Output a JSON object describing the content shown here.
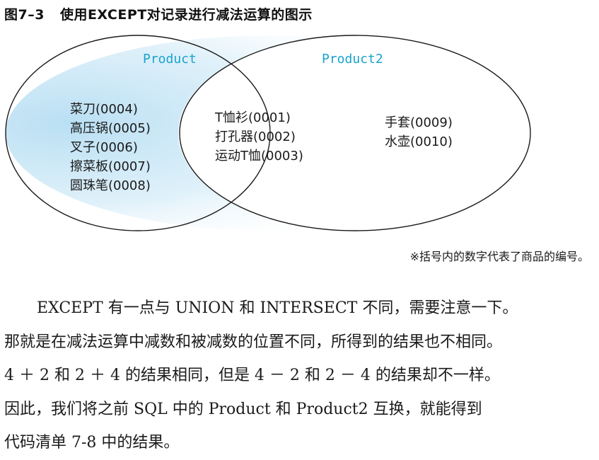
{
  "figure": {
    "number": "图7–3",
    "title": "使用EXCEPT对记录进行减法运算的图示"
  },
  "venn": {
    "left_set": {
      "label": "Product",
      "items": [
        "菜刀(0004)",
        "高压锅(0005)",
        "叉子(0006)",
        "擦菜板(0007)",
        "圆珠笔(0008)"
      ]
    },
    "intersection": {
      "items": [
        "T恤衫(0001)",
        "打孔器(0002)",
        "运动T恤(0003)"
      ]
    },
    "right_set": {
      "label": "Product2",
      "items": [
        "手套(0009)",
        "水壶(0010)"
      ]
    },
    "colors": {
      "highlight": "#cfe8f6",
      "label": "#1aa3cc",
      "outline": "#1a1a1a"
    }
  },
  "note": "※括号内的数字代表了商品的编号。",
  "paragraphs": [
    "EXCEPT 有一点与 UNION 和 INTERSECT 不同，需要注意一下。",
    "那就是在减法运算中减数和被减数的位置不同，所得到的结果也不相同。",
    "4 ＋ 2 和 2 ＋ 4 的结果相同，但是 4 － 2 和 2 － 4 的结果却不一样。",
    "因此，我们将之前 SQL 中的 Product 和 Product2 互换，就能得到",
    "代码清单 7-8 中的结果。"
  ]
}
